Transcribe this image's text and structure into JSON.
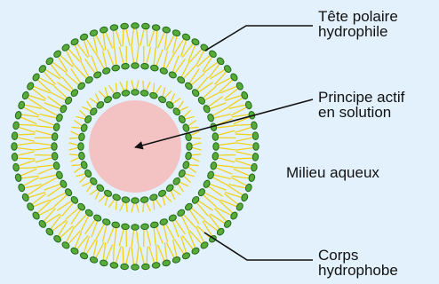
{
  "labels": {
    "polar_head": [
      "Tête polaire",
      "hydrophile"
    ],
    "active_ingredient": [
      "Principe actif",
      "en solution"
    ],
    "aqueous_medium": "Milieu aqueux",
    "hydrophobic_body": [
      "Corps",
      "hydrophobe"
    ]
  },
  "colors": {
    "background": "#e2f1fb",
    "polar_head_fill": "#5aaa3a",
    "polar_head_stroke": "#1f6a1a",
    "hydrophobic_tail": "#f2d21a",
    "core": "#f3c3c3",
    "leader_line": "#111111"
  }
}
